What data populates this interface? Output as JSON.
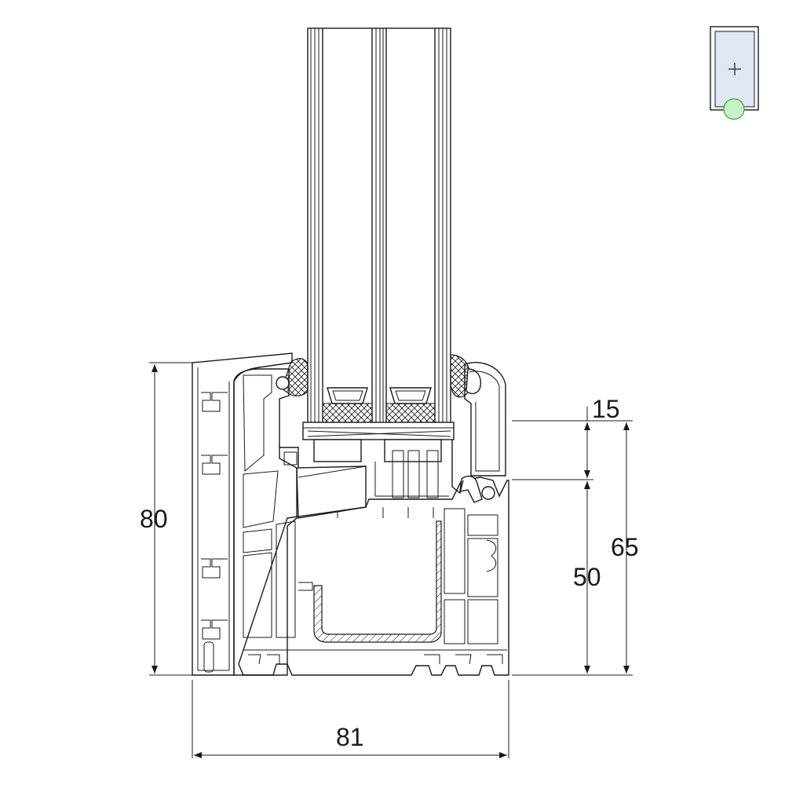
{
  "drawing": {
    "dimensions": {
      "overall_height": "80",
      "overall_width": "81",
      "glazing_rebate": "15",
      "frame_height": "50",
      "sash_height": "65"
    }
  },
  "thumbnail": {
    "marker_color": "#c9f0c9",
    "marker_stroke": "#33aa33",
    "glass_color": "#dfe7f3",
    "crosshair_icon": "plus-icon"
  },
  "colors": {
    "line": "#1a1a1a",
    "background": "#ffffff"
  }
}
